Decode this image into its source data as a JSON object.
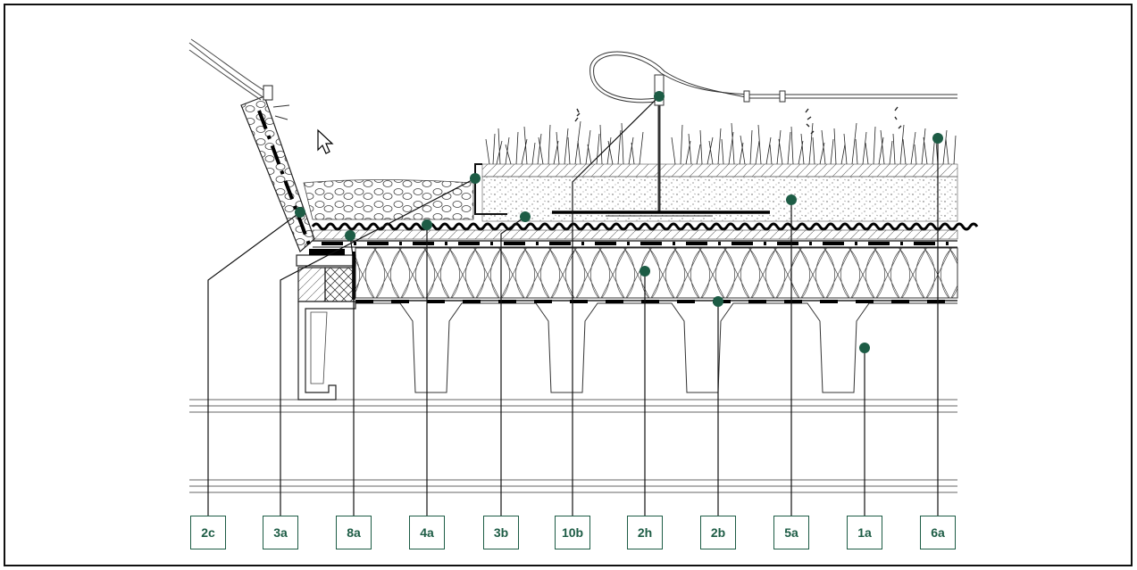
{
  "callouts": [
    {
      "id": "2c"
    },
    {
      "id": "3a"
    },
    {
      "id": "8a"
    },
    {
      "id": "4a"
    },
    {
      "id": "3b"
    },
    {
      "id": "10b"
    },
    {
      "id": "2h"
    },
    {
      "id": "2b"
    },
    {
      "id": "5a"
    },
    {
      "id": "1a"
    },
    {
      "id": "6a"
    }
  ],
  "colors": {
    "marker": "#1d5c45",
    "line": "#111111",
    "label": "#1d5c45"
  },
  "icons": [
    "mouse-pointer-icon"
  ]
}
